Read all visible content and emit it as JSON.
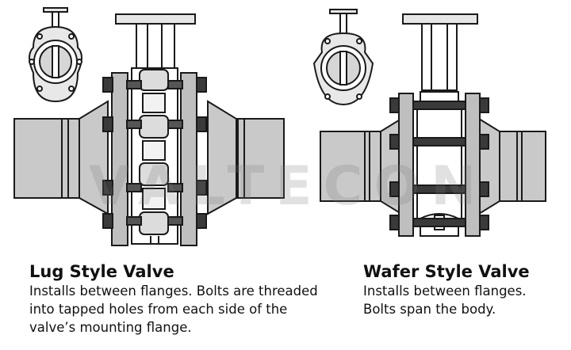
{
  "watermark": "VALTECON",
  "lug": {
    "title": "Lug Style Valve",
    "desc_lines": [
      "Installs between flanges. Bolts are threaded",
      "into tapped holes from each side of  the",
      "valve’s mounting flange."
    ]
  },
  "wafer": {
    "title": "Wafer Style Valve",
    "desc_lines": [
      "Installs between flanges.",
      "Bolts span the body."
    ]
  },
  "colors": {
    "pipe": "#c9c9c9",
    "outline": "#1a1a1a",
    "bolt": "#3a3a3a",
    "body": "#d9d9d9",
    "flange": "#bfbfbf"
  },
  "icons": {
    "lug_inset": "lug-valve-front-icon",
    "wafer_inset": "wafer-valve-front-icon"
  }
}
